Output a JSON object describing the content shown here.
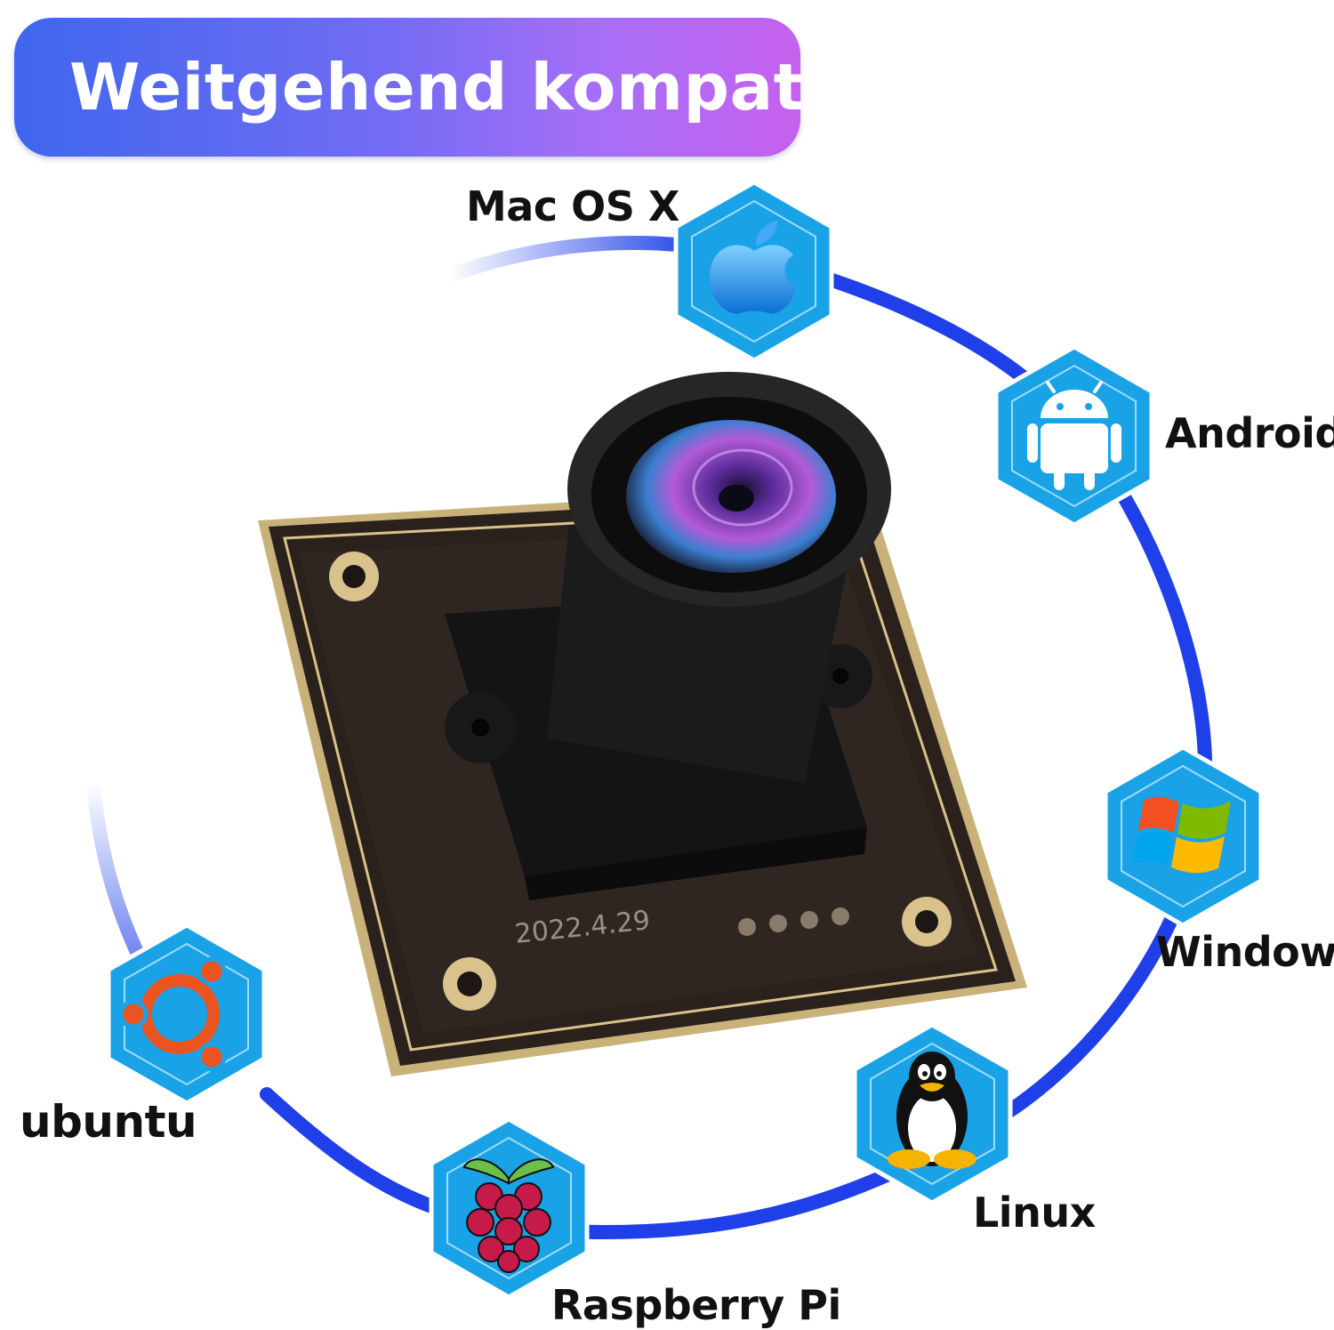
{
  "banner": {
    "title": "Weitgehend kompatibel"
  },
  "camera": {
    "date_marking": "2022.4.29"
  },
  "platforms": [
    {
      "label": "Mac OS X",
      "icon": "apple-icon"
    },
    {
      "label": "Android",
      "icon": "android-icon"
    },
    {
      "label": "Windows",
      "icon": "windows-icon"
    },
    {
      "label": "Linux",
      "icon": "linux-tux-icon"
    },
    {
      "label": "Raspberry Pi",
      "icon": "raspberry-pi-icon"
    },
    {
      "label": "ubuntu",
      "icon": "ubuntu-icon"
    }
  ],
  "colors": {
    "ring": "#1f3fe8",
    "hexagon": "#19a3e6",
    "hexagon_border": "#ffffff",
    "banner_start": "#3f66ee",
    "banner_end": "#c561ee"
  }
}
